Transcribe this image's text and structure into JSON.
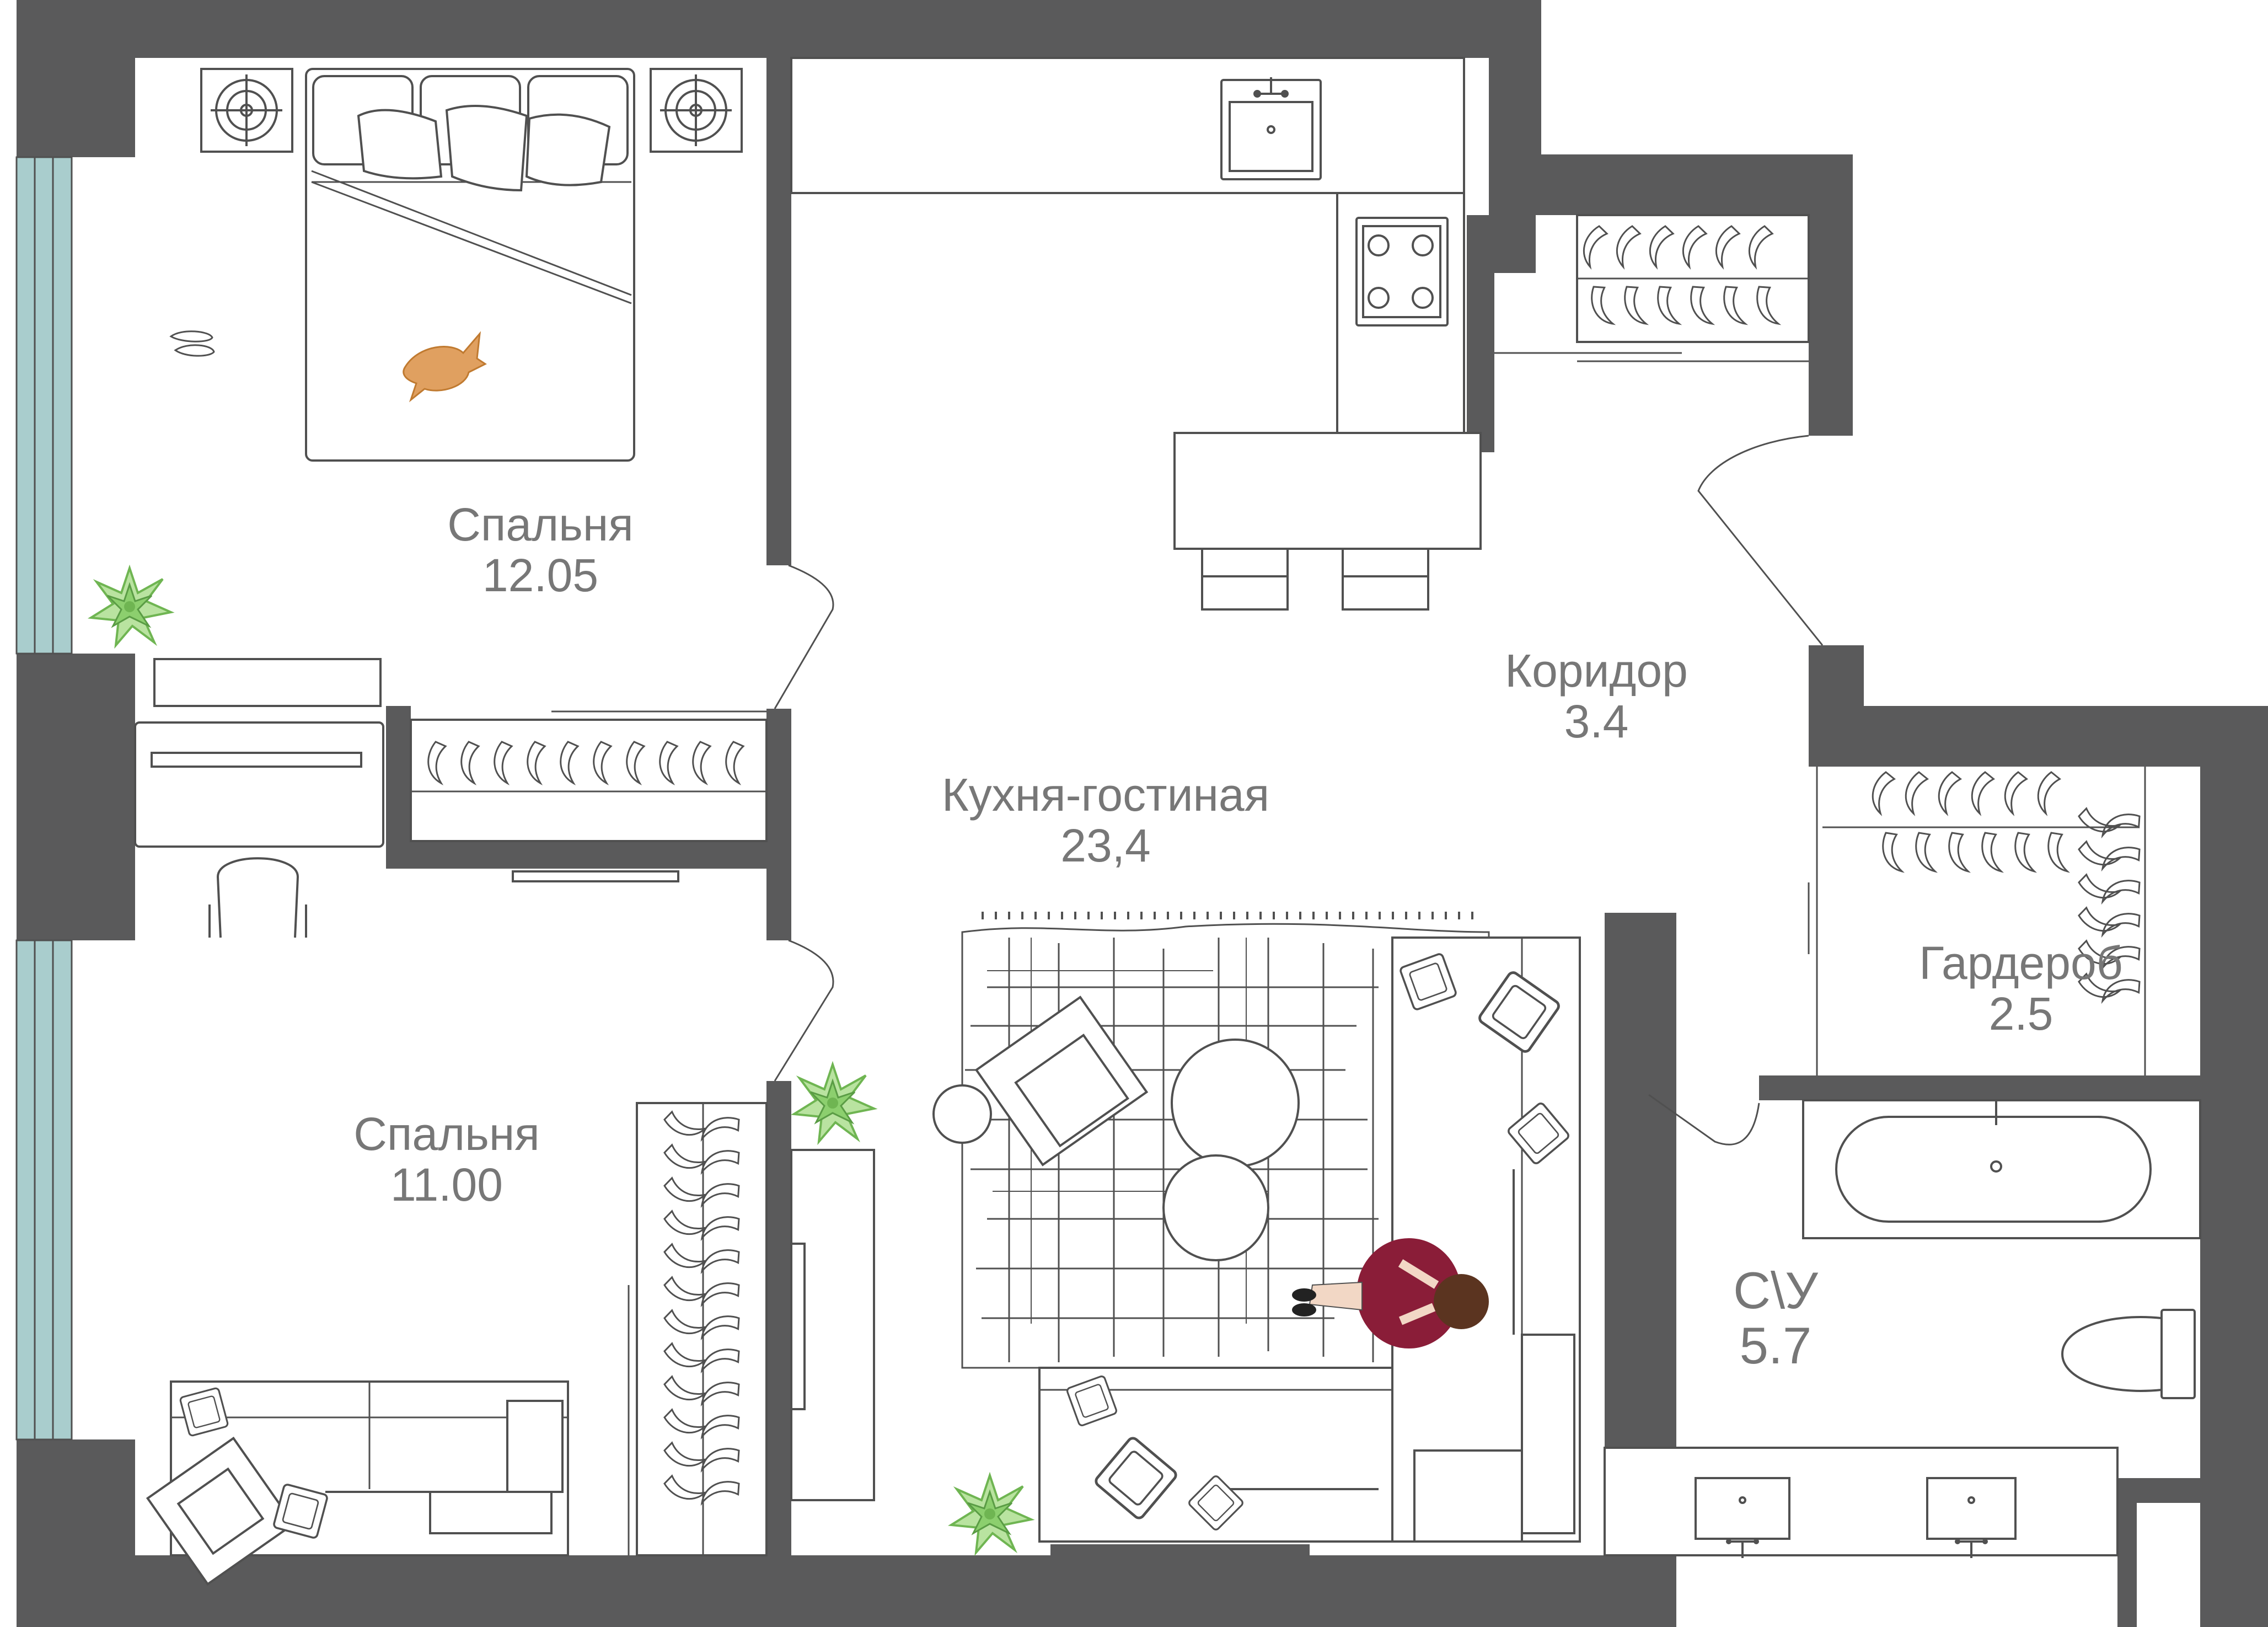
{
  "colors": {
    "wall": "#5a5a5b",
    "line": "#505050",
    "window": "#a9cdcd",
    "plant": "#8ccf6e",
    "label": "#777777",
    "person_top": "#8a1d38",
    "cat": "#e0a060"
  },
  "rooms": [
    {
      "id": "bedroom-1",
      "name": "Спальня",
      "area": "12.05"
    },
    {
      "id": "kitchen-living",
      "name": "Кухня-гостиная",
      "area": "23,4"
    },
    {
      "id": "corridor",
      "name": "Коридор",
      "area": "3.4"
    },
    {
      "id": "wardrobe",
      "name": "Гардероб",
      "area": "2.5"
    },
    {
      "id": "bedroom-2",
      "name": "Спальня",
      "area": "11.00"
    },
    {
      "id": "bathroom",
      "name": "С\\У",
      "area": "5.7"
    }
  ],
  "icons": [
    "bed-icon",
    "pillow-icon",
    "nightstand-icon",
    "slippers-icon",
    "cat-icon",
    "plant-icon",
    "sink-icon",
    "stove-icon",
    "chair-icon",
    "sofa-icon",
    "armchair-icon",
    "rug-icon",
    "coffee-table-icon",
    "person-icon",
    "bathtub-icon",
    "toilet-icon",
    "hanger-icon",
    "desk-icon",
    "tv-icon",
    "door-icon",
    "window-icon"
  ]
}
